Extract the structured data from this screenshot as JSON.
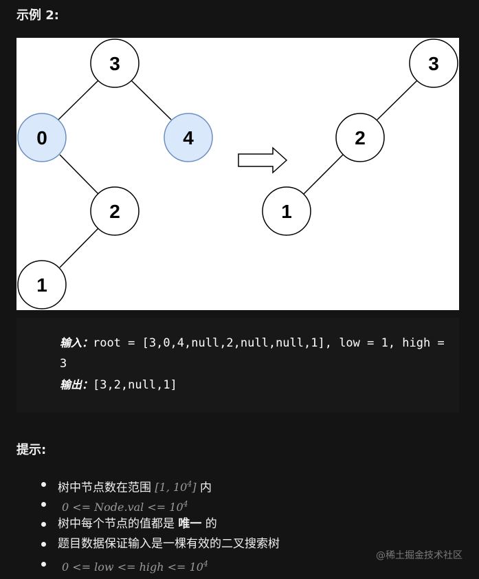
{
  "example": {
    "title": "示例 2:",
    "tree_before": {
      "nodes": [
        {
          "label": "3",
          "highlight": false
        },
        {
          "label": "0",
          "highlight": true
        },
        {
          "label": "4",
          "highlight": true
        },
        {
          "label": "2",
          "highlight": false
        },
        {
          "label": "1",
          "highlight": false
        }
      ]
    },
    "tree_after": {
      "nodes": [
        {
          "label": "3"
        },
        {
          "label": "2"
        },
        {
          "label": "1"
        }
      ]
    },
    "colors": {
      "node_fill": "#ffffff",
      "node_highlight_fill": "#dae8fc",
      "node_highlight_stroke": "#6c8ebf",
      "edge": "#000000"
    },
    "input_label": "输入：",
    "input_line1": "root = [3,0,4,null,2,null,null,1], low = 1, high =",
    "input_line2": "3",
    "output_label": "输出：",
    "output_value": "[3,2,null,1]"
  },
  "hints": {
    "title": "提示:",
    "items": [
      {
        "prefix": "树中节点数在范围 ",
        "math": "[1, 10",
        "sup": "4",
        "math_tail": "]",
        "suffix": " 内"
      },
      {
        "math": "0 <= Node.val <= 10",
        "sup": "4"
      },
      {
        "prefix": "树中每个节点的值都是 ",
        "bold": "唯一",
        "suffix": " 的"
      },
      {
        "prefix": "题目数据保证输入是一棵有效的二叉搜索树"
      },
      {
        "math": "0 <= low <= high <= 10",
        "sup": "4"
      }
    ]
  },
  "watermark": "@稀土掘金技术社区"
}
